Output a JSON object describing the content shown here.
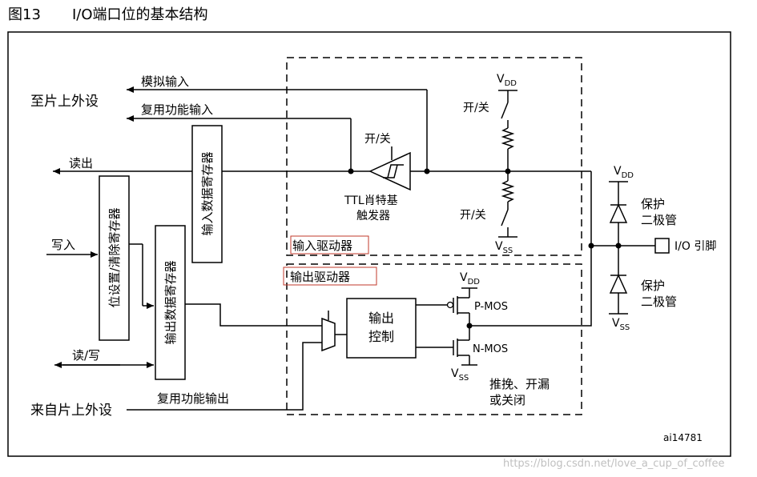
{
  "figure": {
    "number": "图13",
    "title": "I/O端口位的基本结构",
    "id_code": "ai14781"
  },
  "labels": {
    "analog_input": "模拟输入",
    "alt_func_input": "复用功能输入",
    "to_onchip_peripheral": "至片上外设",
    "read_out": "读出",
    "write_in": "写入",
    "read_write": "读/写",
    "from_onchip_peripheral": "来自片上外设",
    "alt_func_output": "复用功能输出",
    "input_data_register": "输入数据寄存器",
    "bit_set_reset_register": "位设置/清除寄存器",
    "output_data_register": "输出数据寄存器",
    "on_off_ttl": "开/关",
    "ttl_schmitt_line1": "TTL肖特基",
    "ttl_schmitt_line2": "触发器",
    "on_off_pullup": "开/关",
    "on_off_pulldown": "开/关",
    "vdd_top": "V",
    "vdd_top_sub": "DD",
    "vss_top": "V",
    "vss_top_sub": "SS",
    "input_driver": "输入驱动器",
    "output_driver": "输出驱动器",
    "output_control_line1": "输出",
    "output_control_line2": "控制",
    "vdd_pmos": "V",
    "vdd_pmos_sub": "DD",
    "pmos": "P-MOS",
    "nmos": "N-MOS",
    "vss_nmos": "V",
    "vss_nmos_sub": "SS",
    "output_mode_line1": "推挽、开漏",
    "output_mode_line2": "或关闭",
    "vdd_protect": "V",
    "vdd_protect_sub": "DD",
    "protect_diode_top_line1": "保护",
    "protect_diode_top_line2": "二极管",
    "protect_diode_bottom_line1": "保护",
    "protect_diode_bottom_line2": "二极管",
    "vss_protect": "V",
    "vss_protect_sub": "SS",
    "io_pin": "I/O 引脚"
  },
  "watermark": "https://blog.csdn.net/love_a_cup_of_coffee"
}
